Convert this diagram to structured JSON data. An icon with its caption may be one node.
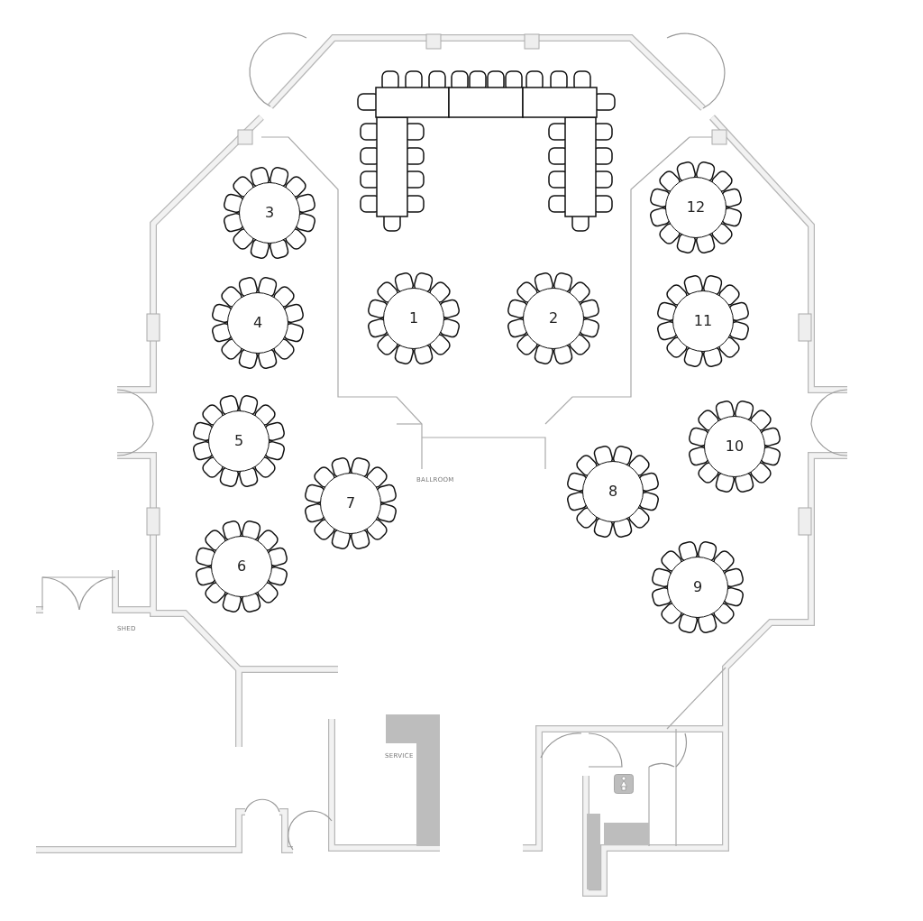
{
  "diagram": {
    "nodes": [
      {
        "text": [
          "1"
        ]
      },
      {
        "text": [
          "2"
        ]
      },
      {
        "text": [
          "3"
        ]
      },
      {
        "text": [
          "4"
        ]
      },
      {
        "text": [
          "5"
        ]
      },
      {
        "text": [
          "6"
        ]
      },
      {
        "text": [
          "7"
        ]
      },
      {
        "text": [
          "8"
        ]
      },
      {
        "text": [
          "9"
        ]
      },
      {
        "text": [
          "10"
        ]
      },
      {
        "text": [
          "11"
        ]
      },
      {
        "text": [
          "12"
        ]
      }
    ],
    "labels": [
      "BALLROOM",
      "SHED",
      "SERVICE"
    ]
  }
}
